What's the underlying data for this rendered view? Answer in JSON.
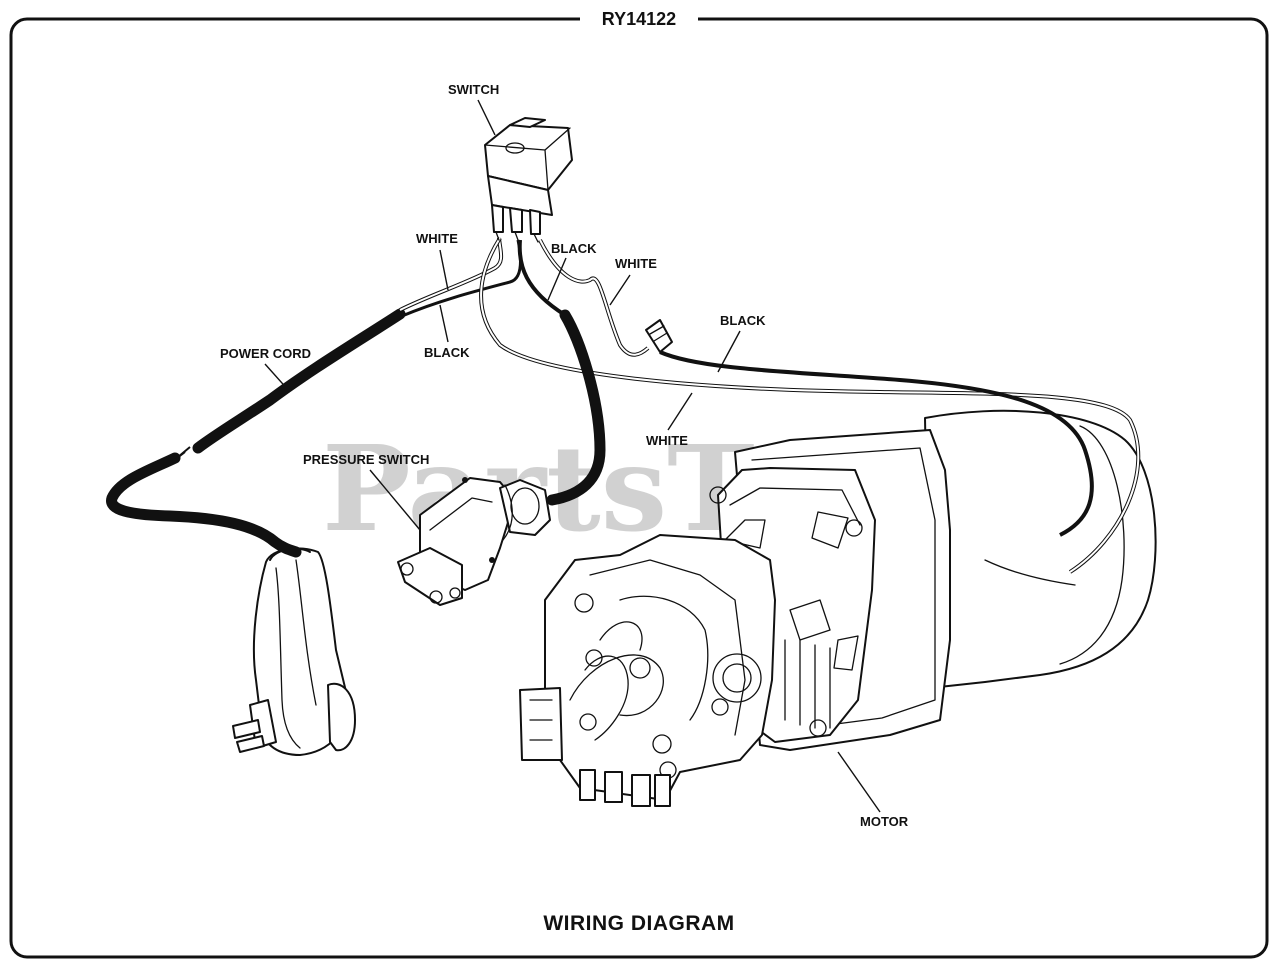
{
  "diagram": {
    "model": "RY14122",
    "caption": "WIRING DIAGRAM",
    "watermark": "PartsTree",
    "watermark_mark": "™",
    "labels": {
      "switch": "SWITCH",
      "white_1": "WHITE",
      "black_1": "BLACK",
      "black_2": "BLACK",
      "white_2": "WHITE",
      "black_3": "BLACK",
      "white_3": "WHITE",
      "power_cord": "POWER CORD",
      "pressure_switch": "PRESSURE SWITCH",
      "motor": "MOTOR"
    }
  }
}
